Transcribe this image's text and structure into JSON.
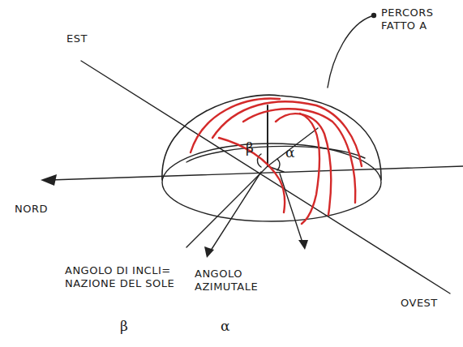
{
  "diagram": {
    "labels": [
      "EST",
      "PERCORS FATTO A",
      "NORD",
      "OVEST",
      "β",
      "α",
      "ANGOLO DI INCLI= NAZIONE DEL SOLE",
      "β",
      "ANGOLO AZIMUTALE",
      "α"
    ]
  }
}
